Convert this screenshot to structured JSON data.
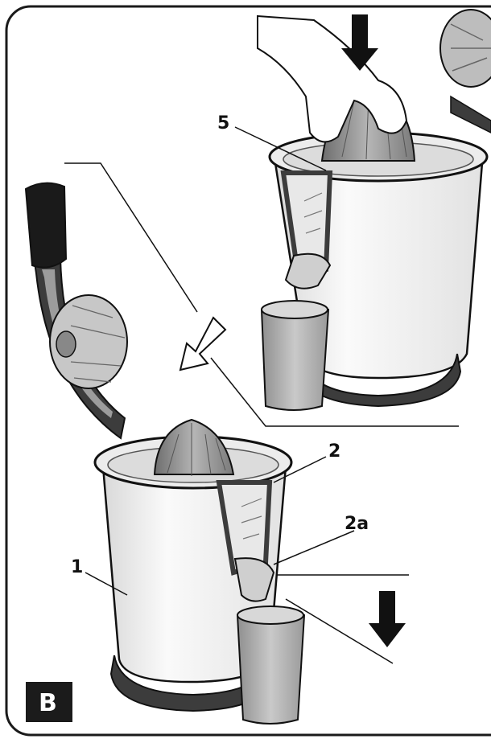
{
  "figure": {
    "panel_badge": "B",
    "callouts": [
      {
        "id": "part-5",
        "label": "5"
      },
      {
        "id": "part-2",
        "label": "2"
      },
      {
        "id": "part-2a",
        "label": "2a"
      },
      {
        "id": "part-1",
        "label": "1"
      }
    ]
  },
  "colors": {
    "ink": "#111111",
    "body_fill": "#f4f4f4",
    "dark_trim": "#3c3c3c",
    "cone_fill": "#9a9a9a",
    "handle_black": "#1a1a1a",
    "badge_bg": "#1b1b1b"
  },
  "icons": [
    "down-arrow-icon",
    "outline-arrow-icon",
    "hand-icon"
  ]
}
